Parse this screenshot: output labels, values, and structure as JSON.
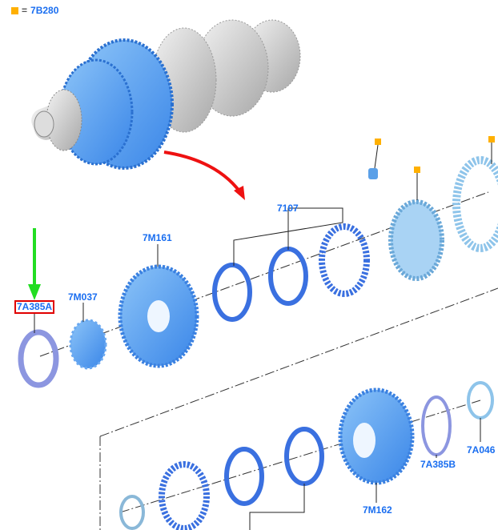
{
  "legend": {
    "symbol": "=",
    "part": "7B280",
    "marker_color": "#ffb000"
  },
  "labels": {
    "p7A385A": "7A385A",
    "p7M037": "7M037",
    "p7M161": "7M161",
    "p7107": "7107",
    "p7M162": "7M162",
    "p7A385B": "7A385B",
    "p7A046": "7A046"
  },
  "colors": {
    "part_blue": "#4a8ff0",
    "label_blue": "#1a6ef0",
    "highlight": "#e00000",
    "arrow_red": "#ee1111",
    "arrow_green": "#22dd22"
  }
}
